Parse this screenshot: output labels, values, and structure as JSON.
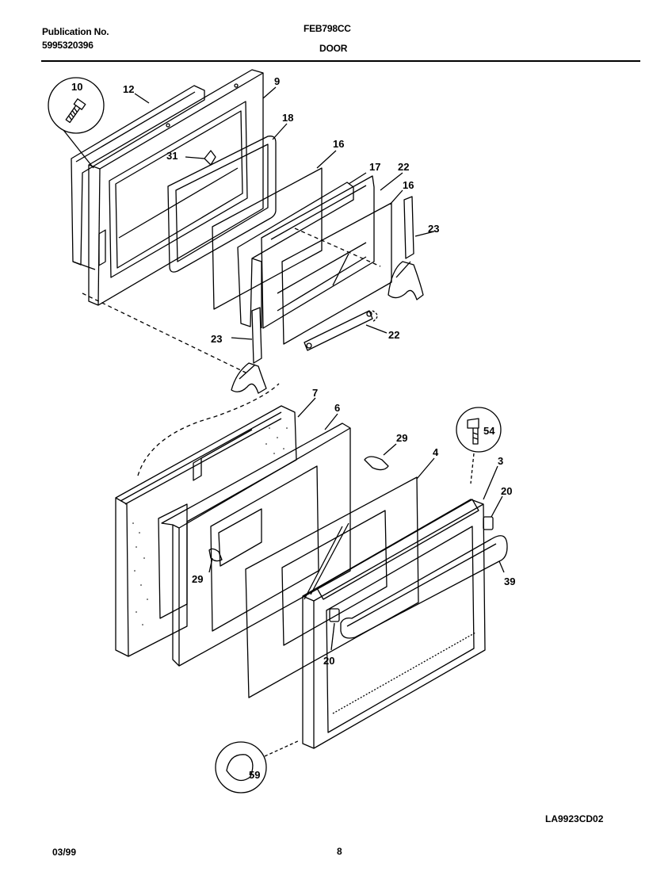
{
  "header": {
    "publication_label": "Publication No.",
    "publication_number": "5995320396",
    "model": "FEB798CC",
    "section": "DOOR"
  },
  "footer": {
    "date": "03/99",
    "page": "8",
    "drawing_code": "LA9923CD02"
  },
  "callouts": {
    "c10": "10",
    "c12": "12",
    "c9": "9",
    "c18": "18",
    "c31": "31",
    "c16a": "16",
    "c17": "17",
    "c22a": "22",
    "c16b": "16",
    "c23a": "23",
    "c23b": "23",
    "c22b": "22",
    "c7": "7",
    "c6": "6",
    "c29a": "29",
    "c4": "4",
    "c54": "54",
    "c3": "3",
    "c20a": "20",
    "c39": "39",
    "c29b": "29",
    "c20b": "20",
    "c59": "59"
  }
}
